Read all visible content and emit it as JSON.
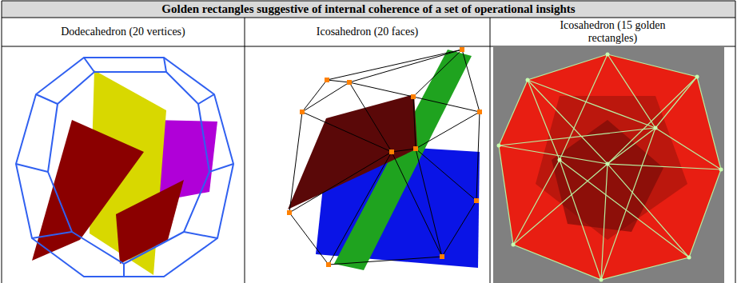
{
  "diagram": {
    "title": "Golden rectangles suggestive of internal coherence of a set of operational insights",
    "labels": [
      "Dodecahedron (20 vertices)",
      "Icosahedron (20 faces)",
      "Icosahedron (15 golden rectangles)"
    ]
  }
}
